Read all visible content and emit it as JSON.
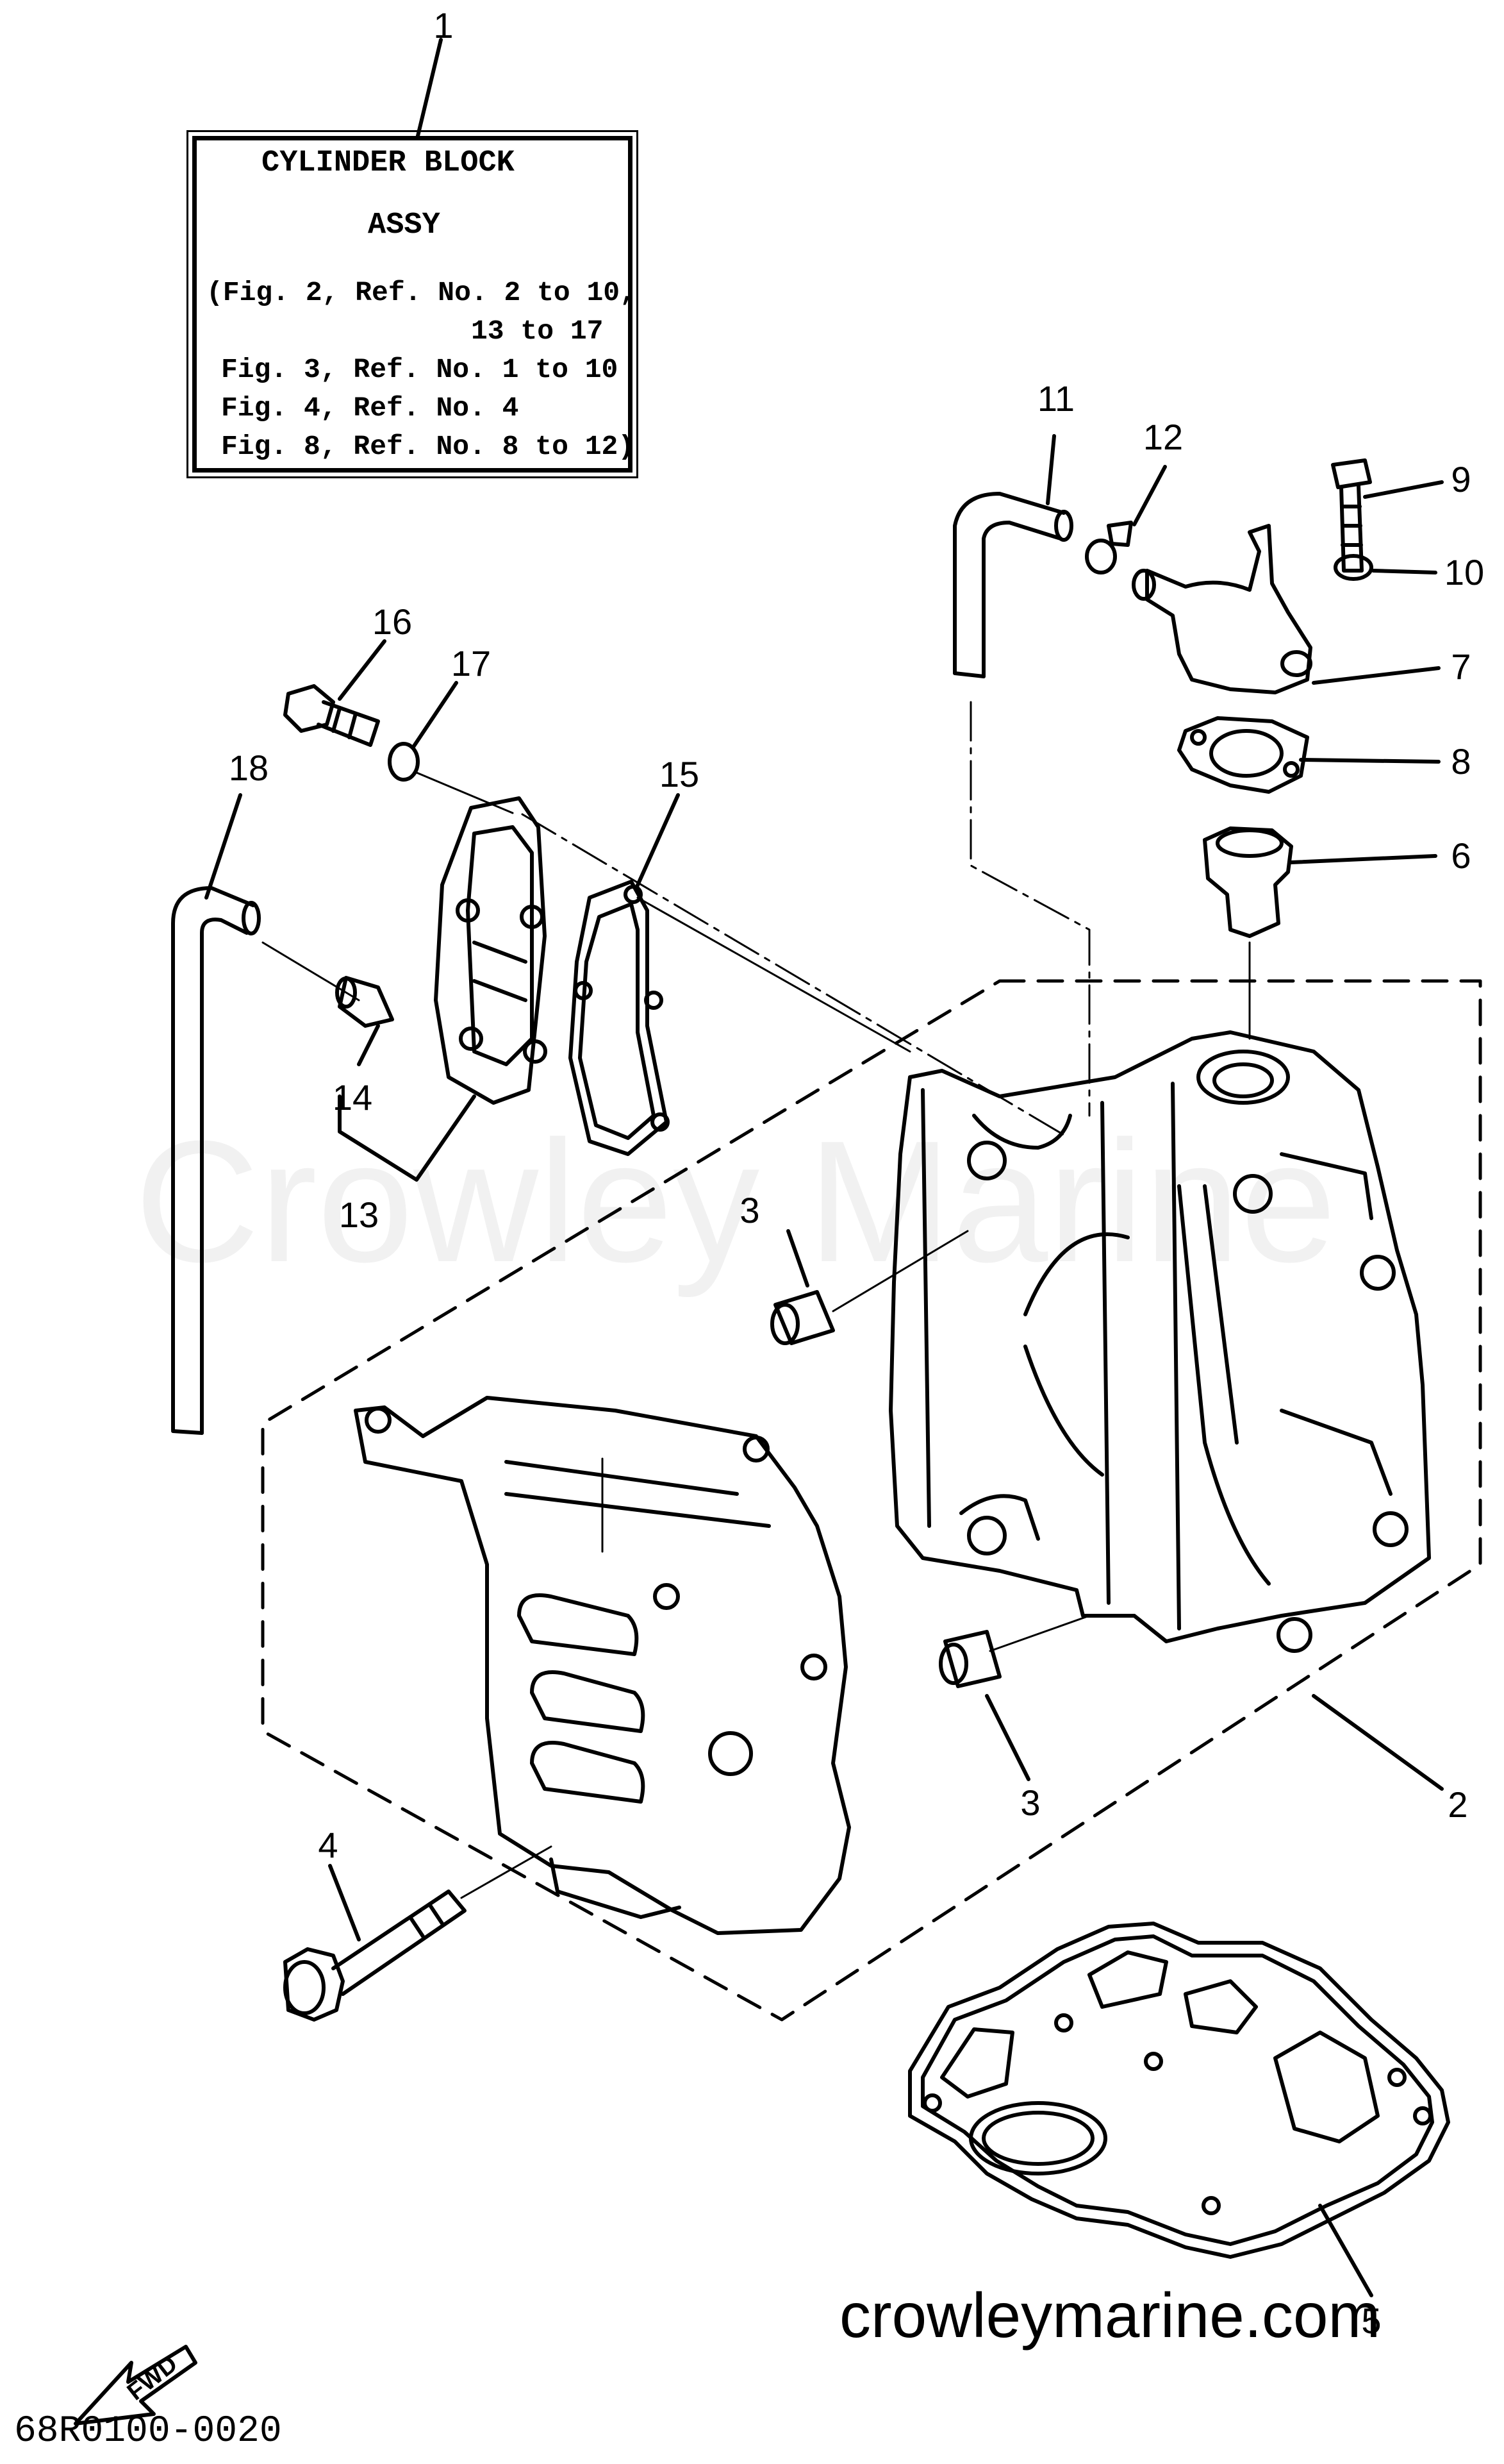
{
  "title_box": {
    "ref": "1",
    "lines": [
      "CYLINDER BLOCK",
      "ASSY",
      "(Fig. 2, Ref. No. 2 to 10,",
      "13 to 17",
      "Fig. 3, Ref. No. 1 to 10",
      "Fig. 4, Ref. No. 4",
      "Fig. 8, Ref. No. 8 to 12)"
    ]
  },
  "callouts": [
    "2",
    "3",
    "3",
    "4",
    "5",
    "6",
    "7",
    "8",
    "9",
    "10",
    "11",
    "12",
    "13",
    "14",
    "15",
    "16",
    "17",
    "18"
  ],
  "watermark": "Crowley Marine",
  "website": "crowleymarine.com",
  "part_number": "68R0100-0020",
  "fwd_label": "FWD"
}
